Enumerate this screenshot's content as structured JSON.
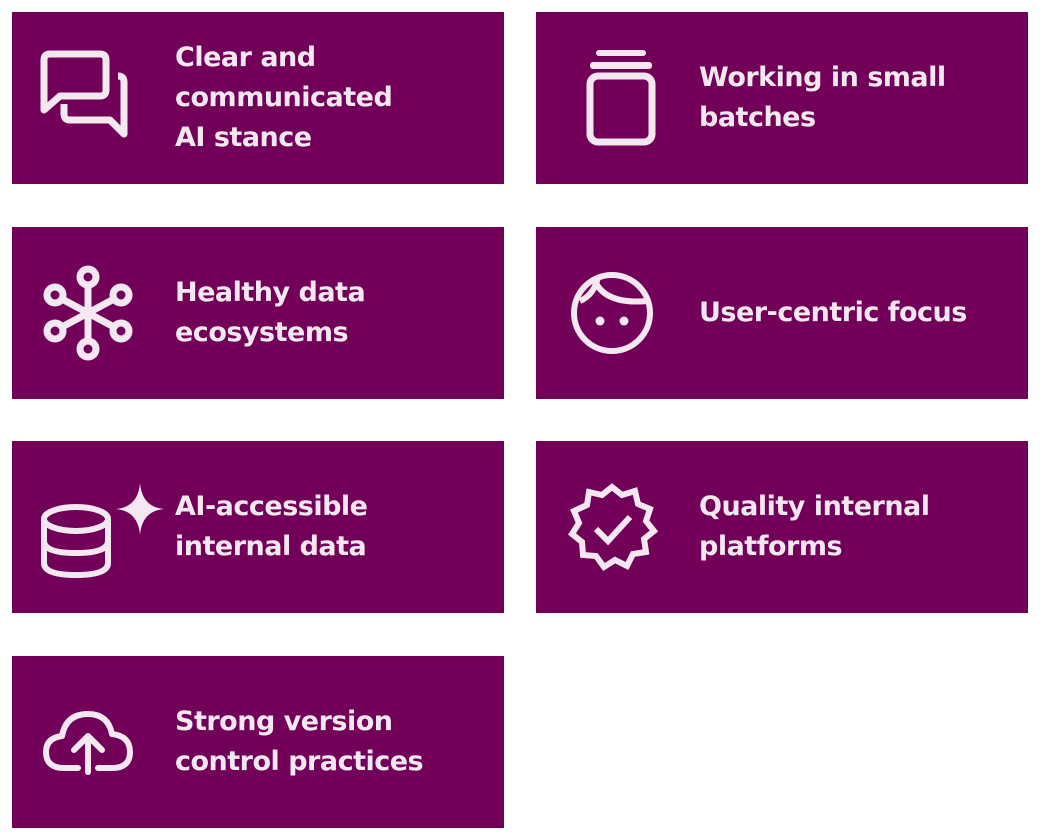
{
  "colors": {
    "card_background": "#720058",
    "card_text": "#F4E8F0",
    "page_background": "#FFFFFF"
  },
  "cards": [
    {
      "icon": "chat-bubbles-icon",
      "label": "Clear and\ncommunicated\nAI stance"
    },
    {
      "icon": "stacked-batches-icon",
      "label": "Working in small\nbatches"
    },
    {
      "icon": "network-hub-icon",
      "label": "Healthy data\necosystems"
    },
    {
      "icon": "user-face-icon",
      "label": "User-centric focus"
    },
    {
      "icon": "database-sparkle-icon",
      "label": "AI-accessible\ninternal data"
    },
    {
      "icon": "verified-badge-icon",
      "label": "Quality internal\nplatforms"
    },
    {
      "icon": "cloud-upload-icon",
      "label": "Strong version\ncontrol practices"
    }
  ]
}
